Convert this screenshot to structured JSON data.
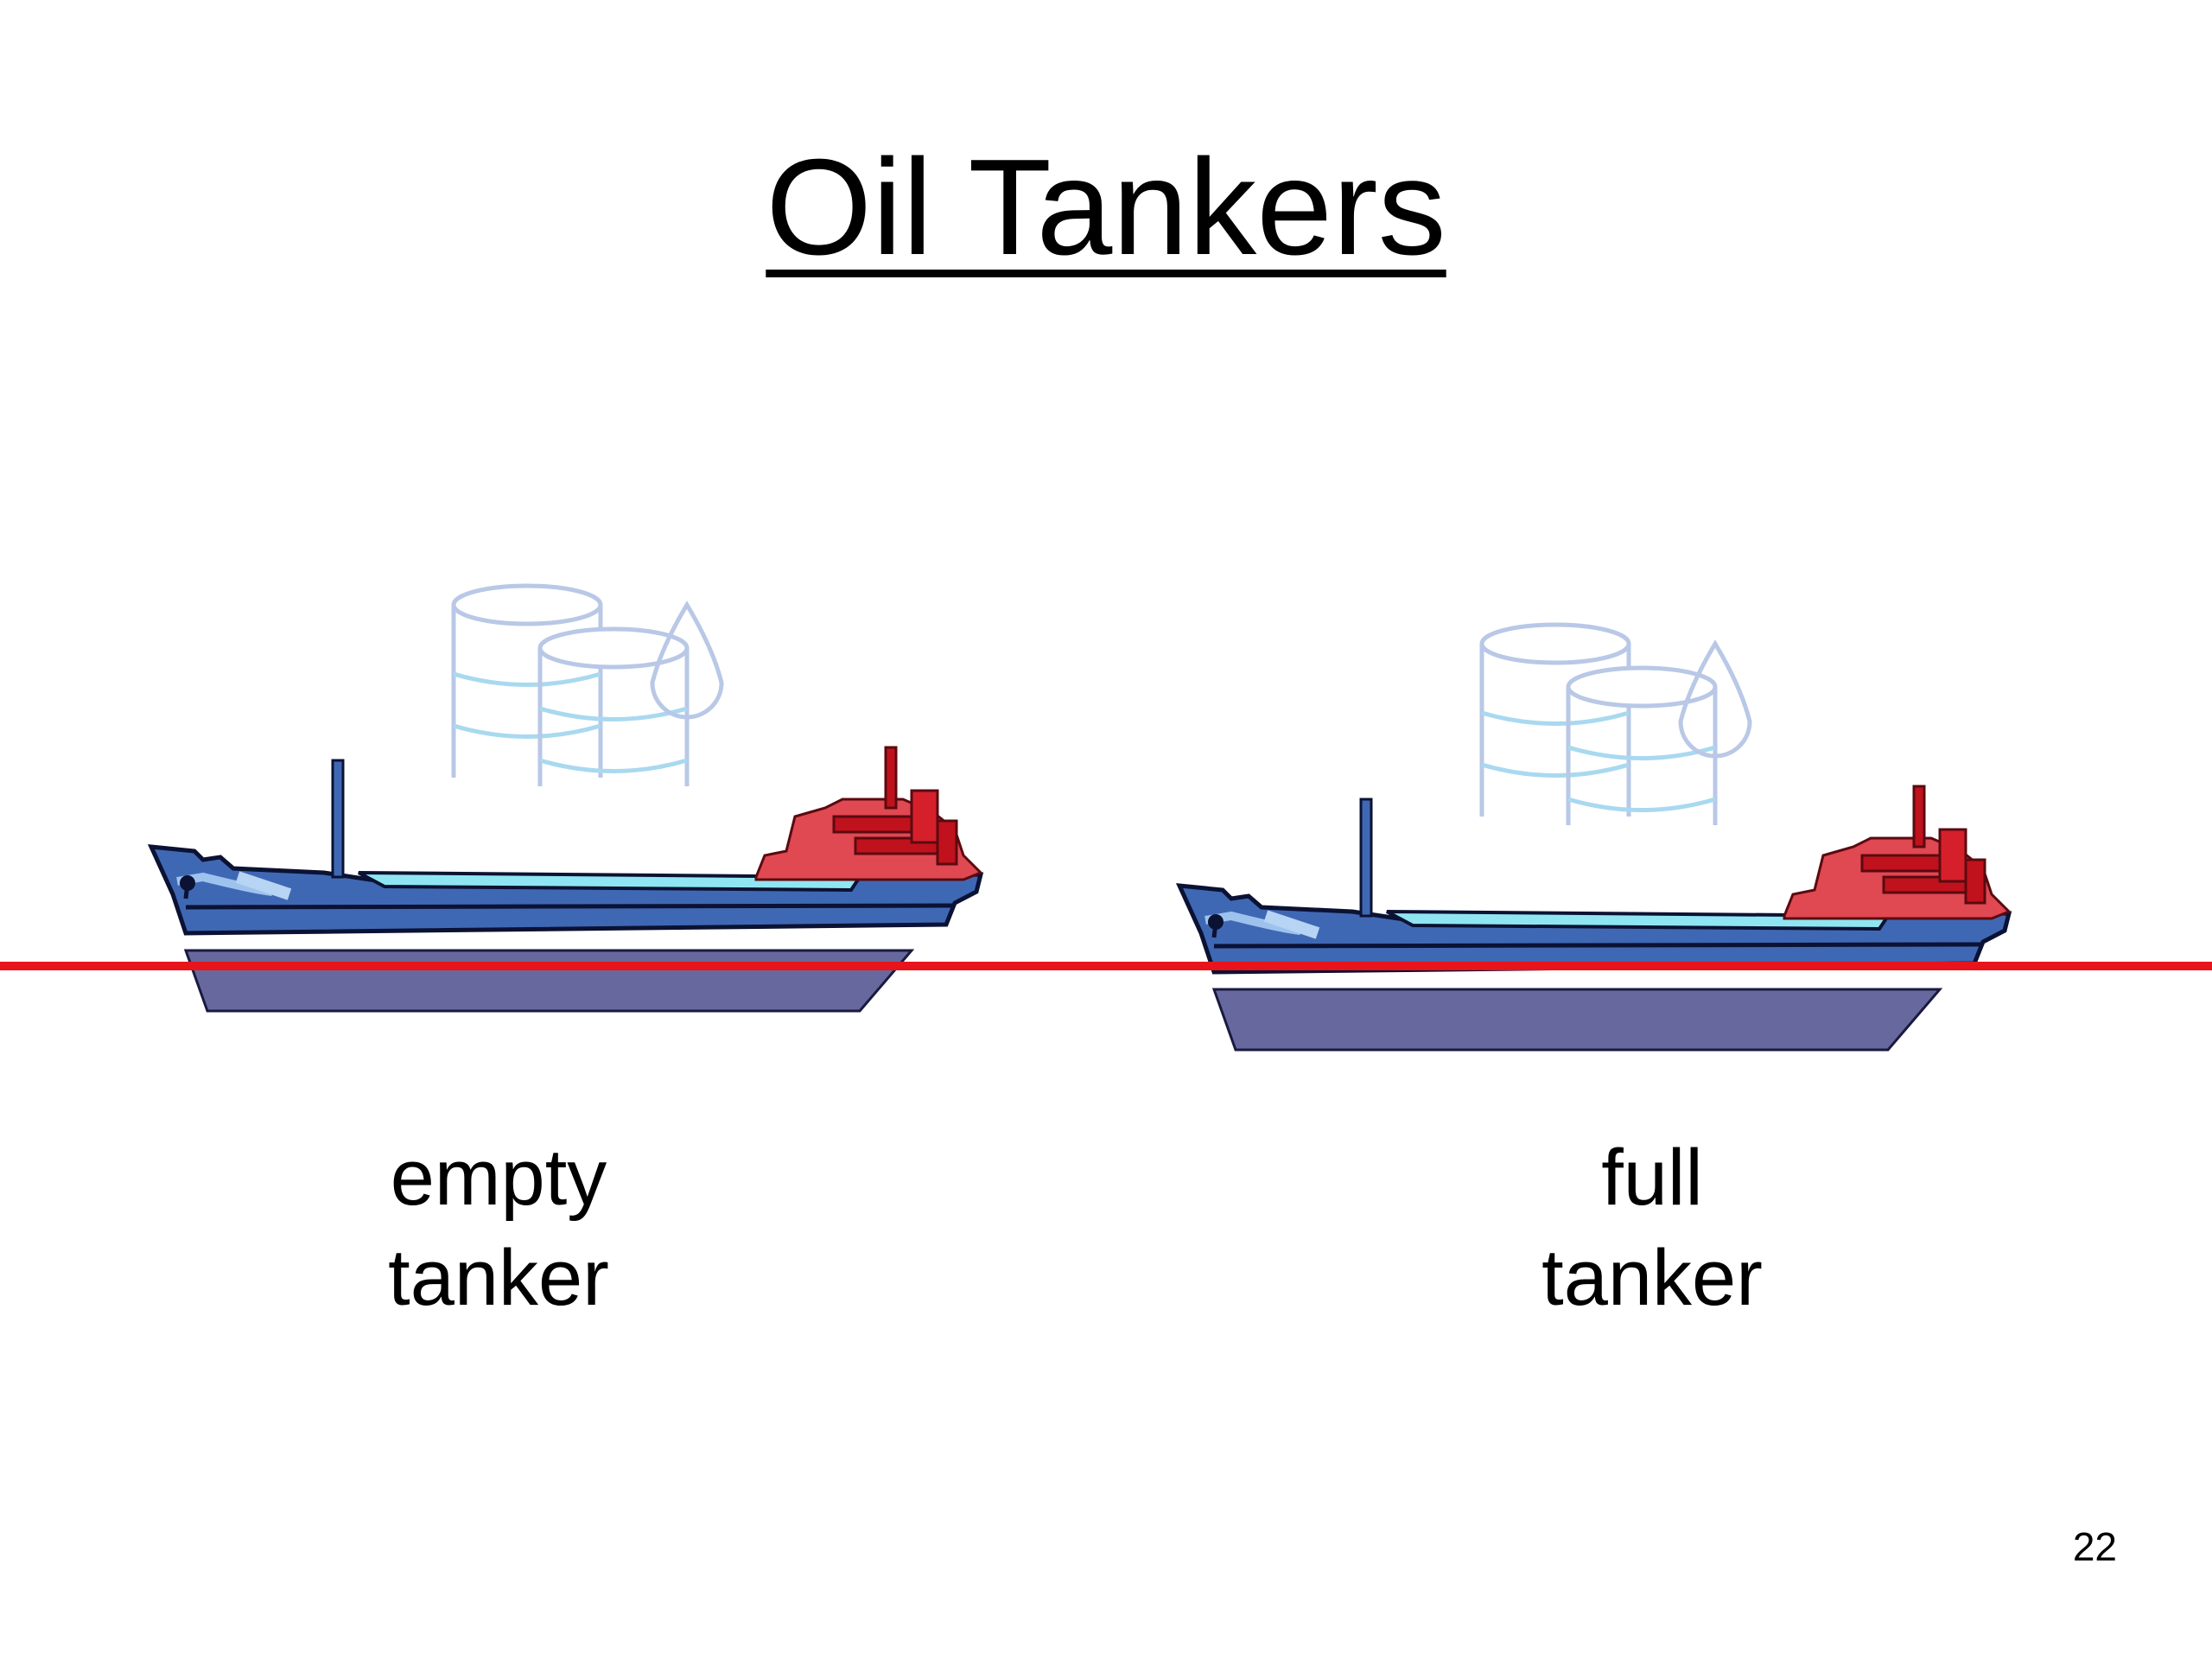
{
  "slide": {
    "title": "Oil Tankers",
    "labels": {
      "empty": {
        "line1": "empty",
        "line2": "tanker"
      },
      "full": {
        "line1": "full",
        "line2": "tanker"
      }
    },
    "page_number": "22"
  },
  "colors": {
    "waterline": "#e8141b",
    "hull_blue": "#3f68b4",
    "hull_below": "#67699e",
    "deckhouse_red": "#d5202b",
    "oil_tank_outline": "#b9c8e6",
    "deck_cyan": "#8fe6f2"
  },
  "icons": [
    "oil-barrel-icon",
    "oil-drop-icon",
    "tanker-ship-icon"
  ]
}
